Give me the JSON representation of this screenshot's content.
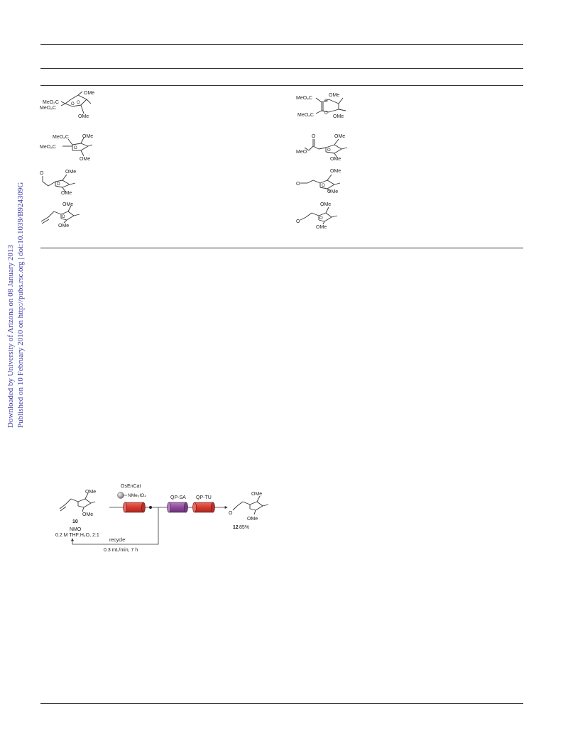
{
  "watermark": {
    "line1": "Downloaded by University of Arizona on 08 January 2013",
    "line2": "Published on 10 February 2010 on http://pubs.rsc.org | doi:10.1039/B924309G"
  },
  "table_structures": {
    "s1": {
      "ome_top": "OMe",
      "ome_bottom": "OMe",
      "ester1": "MeO₂C",
      "ester2": "MeO₂C"
    },
    "s2": {
      "ome_top": "OMe",
      "ome_bottom": "OMe",
      "ester1": "MeO₂C",
      "ester2": "MeO₂C"
    },
    "s3": {
      "ome_top": "OMe",
      "ome_bottom": "OMe",
      "ester1": "MeO₂C",
      "ester2": "MeO₂C"
    },
    "s4": {
      "ome_top": "OMe",
      "ome_bottom": "OMe",
      "ester": "MeO"
    },
    "s5": {
      "ome_top": "OMe",
      "ome_bottom": "OMe",
      "left_atom": "O"
    },
    "s6": {
      "ome_top": "OMe",
      "ome_bottom": "OMe",
      "left_atom": "O"
    },
    "s7": {
      "ome_top": "OMe",
      "ome_bottom": "OMe"
    },
    "s8": {
      "ome_top": "OMe",
      "ome_bottom": "OMe",
      "left_atom": "O"
    }
  },
  "scheme": {
    "catalyst_label": "OsEnCat",
    "catalyst_formula": "NMe₃IO₄",
    "column2_label": "QP-SA",
    "column3_label": "QP-TU",
    "start_compound": "10",
    "start_ome_top": "OMe",
    "start_ome_bottom": "OMe",
    "reagent_line1": "NMO",
    "reagent_line2": "0.2 M  THF:H₂O, 2:1",
    "recycle_label": "recycle",
    "flow_conditions": "0.3 mL/min, 7 h",
    "product_compound": "12",
    "product_yield": "85%",
    "product_ome_top": "OMe",
    "product_ome_bottom": "OMe",
    "product_o": "O",
    "colors": {
      "column_red": "#d63a2e",
      "column_purple": "#8e4a9a",
      "bead_gray": "#8a8a8a"
    }
  }
}
